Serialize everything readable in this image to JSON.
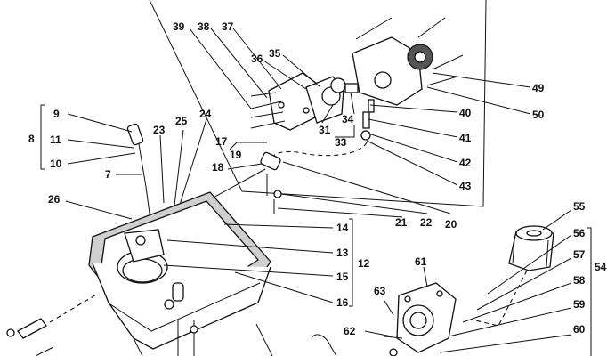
{
  "labels": {
    "l39": "39",
    "l38": "38",
    "l37": "37",
    "l36": "36",
    "l35": "35",
    "l49": "49",
    "l50": "50",
    "l40": "40",
    "l41": "41",
    "l42": "42",
    "l43": "43",
    "l34": "34",
    "l31": "31",
    "l33": "33",
    "l9": "9",
    "l8": "8",
    "l11": "11",
    "l10": "10",
    "l7": "7",
    "l23": "23",
    "l25": "25",
    "l24": "24",
    "l17": "17",
    "l19": "19",
    "l18": "18",
    "l26": "26",
    "l21": "21",
    "l22": "22",
    "l20": "20",
    "l14": "14",
    "l13": "13",
    "l12": "12",
    "l15": "15",
    "l16": "16",
    "l55": "55",
    "l56": "56",
    "l57": "57",
    "l58": "58",
    "l59": "59",
    "l60": "60",
    "l54": "54",
    "l61": "61",
    "l63": "63",
    "l62": "62"
  }
}
